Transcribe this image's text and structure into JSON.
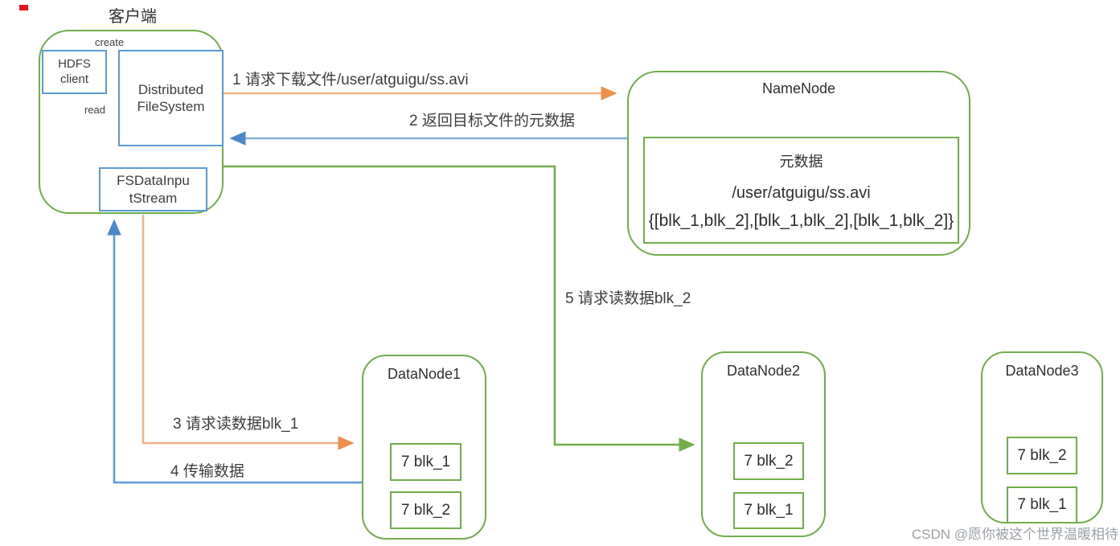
{
  "client": {
    "title": "客户端",
    "create_label": "create",
    "read_label": "read",
    "hdfs_client": {
      "line1": "HDFS",
      "line2": "client"
    },
    "distributed_filesystem": {
      "line1": "Distributed",
      "line2": "FileSystem"
    },
    "fs_data_input_stream": {
      "line1": "FSDataInpu",
      "line2": "tStream"
    }
  },
  "namenode": {
    "title": "NameNode",
    "metadata_title": "元数据",
    "metadata_path": "/user/atguigu/ss.avi",
    "metadata_blocks": "{[blk_1,blk_2],[blk_1,blk_2],[blk_1,blk_2]}"
  },
  "datanodes": [
    {
      "title": "DataNode1",
      "blocks": [
        "7 blk_1",
        "7 blk_2"
      ]
    },
    {
      "title": "DataNode2",
      "blocks": [
        "7 blk_2",
        "7 blk_1"
      ]
    },
    {
      "title": "DataNode3",
      "blocks": [
        "7 blk_2",
        "7 blk_1"
      ]
    }
  ],
  "flow_labels": {
    "step1": "1 请求下载文件/user/atguigu/ss.avi",
    "step2": "2 返回目标文件的元数据",
    "step3": "3 请求读数据blk_1",
    "step4": "4 传输数据",
    "step5": "5 请求读数据blk_2"
  },
  "watermark": "CSDN @愿你被这个世界温暖相待",
  "colors": {
    "green": "#6FAE4B",
    "blue": "#5B9BD5",
    "orange": "#F2A873",
    "red": "#E8121C",
    "text": "#3d3d3d",
    "watermark_gray": "#9aa0a6"
  }
}
